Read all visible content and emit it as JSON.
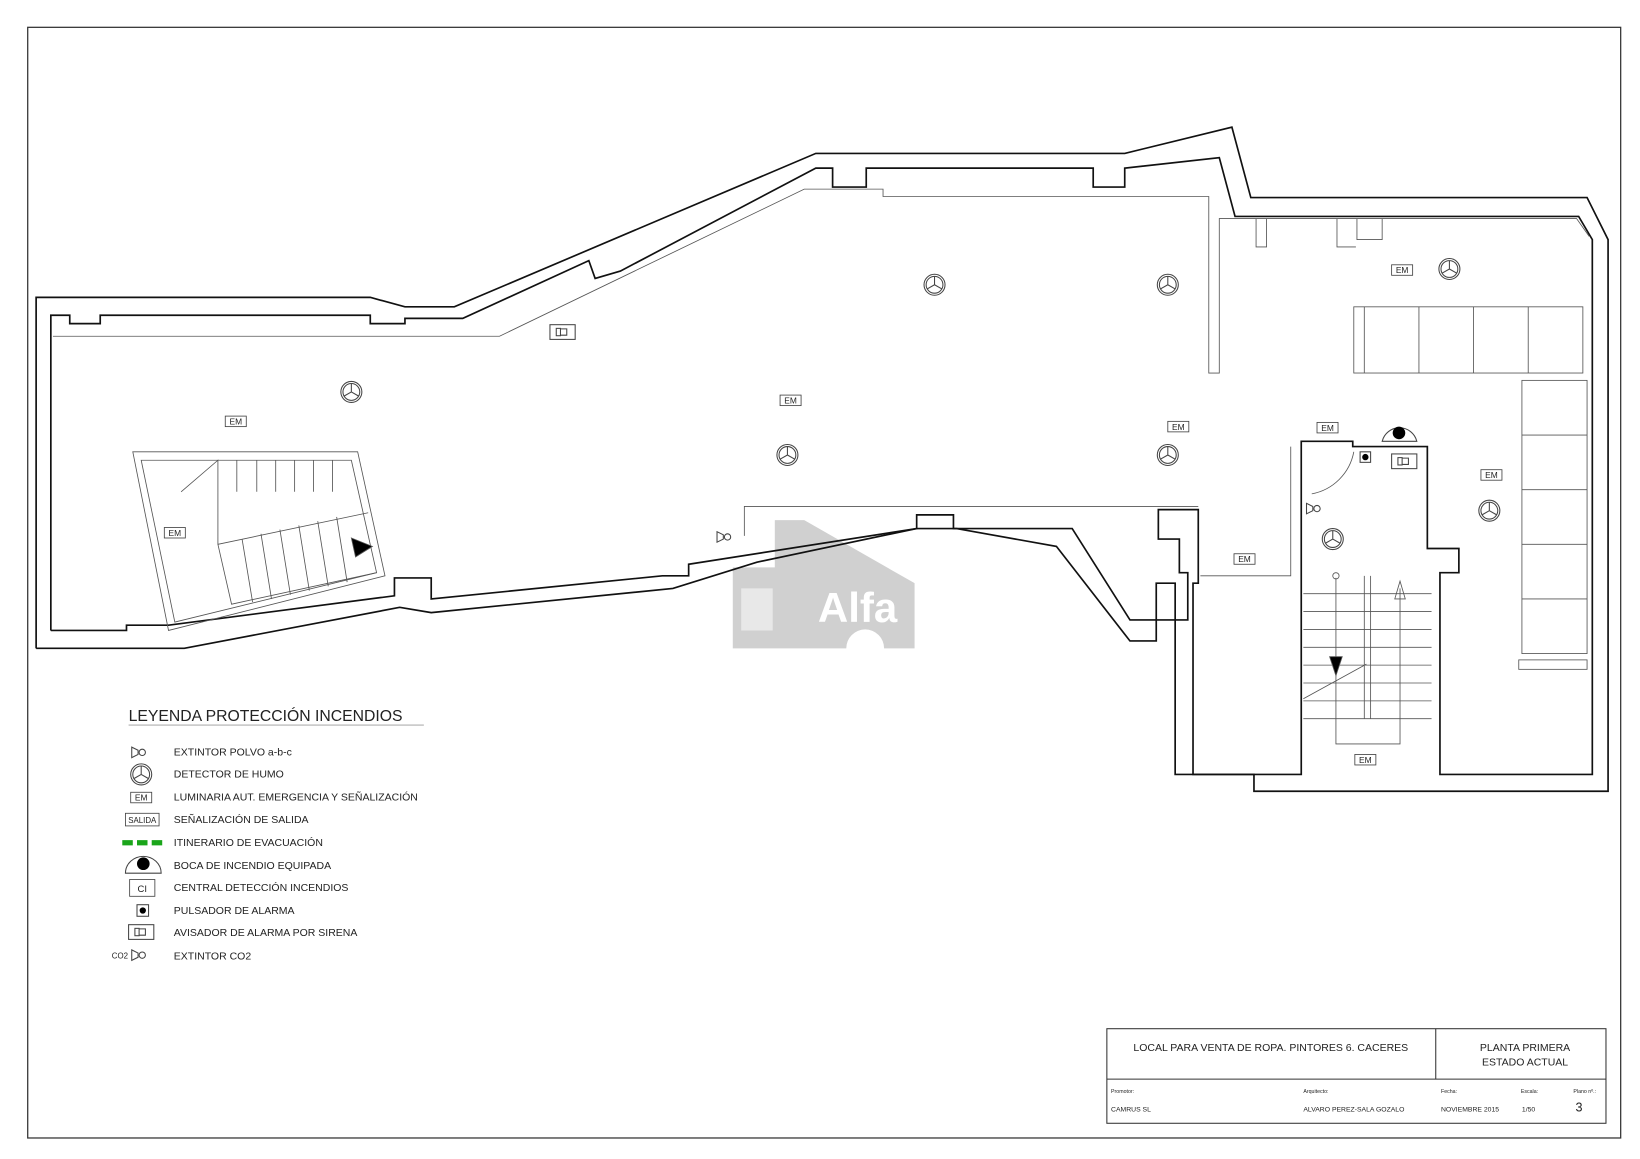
{
  "watermark": "Alfa",
  "plan": {
    "em_label": "EM",
    "colors": {
      "evacuation": "#1aa51a",
      "line": "#111111",
      "watermark": "#c8c8c8"
    }
  },
  "legend": {
    "title": "LEYENDA PROTECCIÓN INCENDIOS",
    "items": [
      {
        "icon": "extinguisher-icon",
        "label": "EXTINTOR POLVO a-b-c"
      },
      {
        "icon": "smoke-detector-icon",
        "label": "DETECTOR DE HUMO"
      },
      {
        "icon": "emergency-light-icon",
        "icon_text": "EM",
        "label": "LUMINARIA AUT. EMERGENCIA Y SEÑALIZACIÓN"
      },
      {
        "icon": "exit-sign-icon",
        "icon_text": "SALIDA",
        "label": "SEÑALIZACIÓN DE SALIDA"
      },
      {
        "icon": "evacuation-route-icon",
        "label": "ITINERARIO DE EVACUACIÓN"
      },
      {
        "icon": "fire-hose-icon",
        "label": "BOCA DE INCENDIO EQUIPADA"
      },
      {
        "icon": "fire-control-panel-icon",
        "icon_text": "CI",
        "label": "CENTRAL DETECCIÓN INCENDIOS"
      },
      {
        "icon": "alarm-button-icon",
        "label": "PULSADOR DE ALARMA"
      },
      {
        "icon": "siren-icon",
        "label": "AVISADOR DE ALARMA POR SIRENA"
      },
      {
        "icon": "co2-extinguisher-icon",
        "icon_text": "CO2",
        "label": "EXTINTOR CO2"
      }
    ]
  },
  "title_block": {
    "project": "LOCAL PARA VENTA DE ROPA. PINTORES 6. CACERES",
    "sheet_title_1": "PLANTA PRIMERA",
    "sheet_title_2": "ESTADO ACTUAL",
    "promotor_label": "Promotor:",
    "promotor": "CAMRUS SL",
    "arquitecto_label": "Arquitecto:",
    "arquitecto": "ALVARO PEREZ-SALA GOZALO",
    "fecha_label": "Fecha:",
    "fecha": "NOVIEMBRE 2015",
    "escala_label": "Escala:",
    "escala": "1/50",
    "plano_label": "Plano nº.:",
    "plano": "3"
  }
}
